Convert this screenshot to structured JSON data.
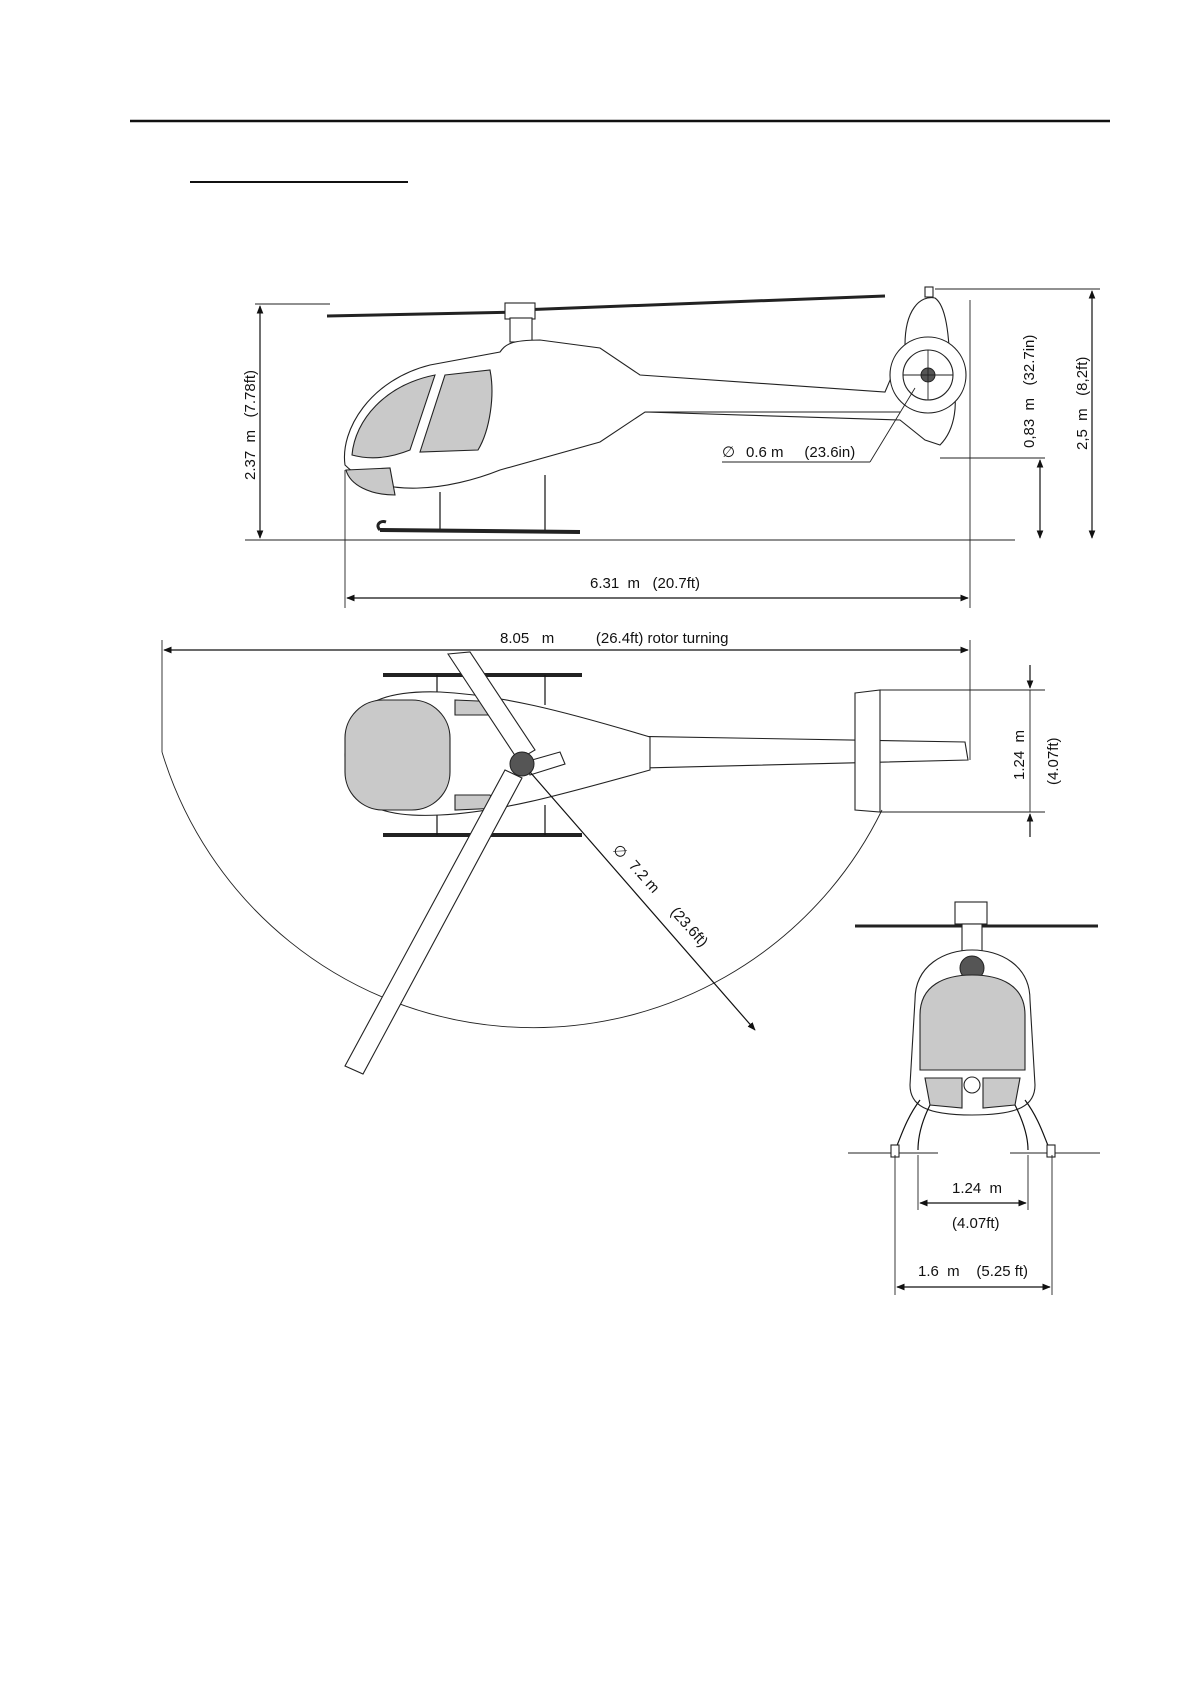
{
  "diagram": {
    "side_view": {
      "height_total": "2.37  m   (7.78ft)",
      "tail_rotor_diameter": "0.6 m     (23.6in)",
      "tail_rotor_height": "0,83  m   (32.7in)",
      "height_to_tail_tip": "2,5  m   (8,2ft)",
      "length": "6.31  m   (20.7ft)"
    },
    "top_view": {
      "length_rotor_turning": "8.05   m          (26.4ft) rotor turning",
      "horizontal_stabilizer_width": "1.24  m",
      "horizontal_stabilizer_width_ft": "(4.07ft)",
      "rotor_diameter": "7.2 m      (23.6ft)",
      "diameter_symbol": "∅"
    },
    "front_view": {
      "skid_inner_width": "1.24  m",
      "skid_inner_width_ft": "(4.07ft)",
      "skid_outer_width": "1.6  m    (5.25 ft)"
    }
  }
}
